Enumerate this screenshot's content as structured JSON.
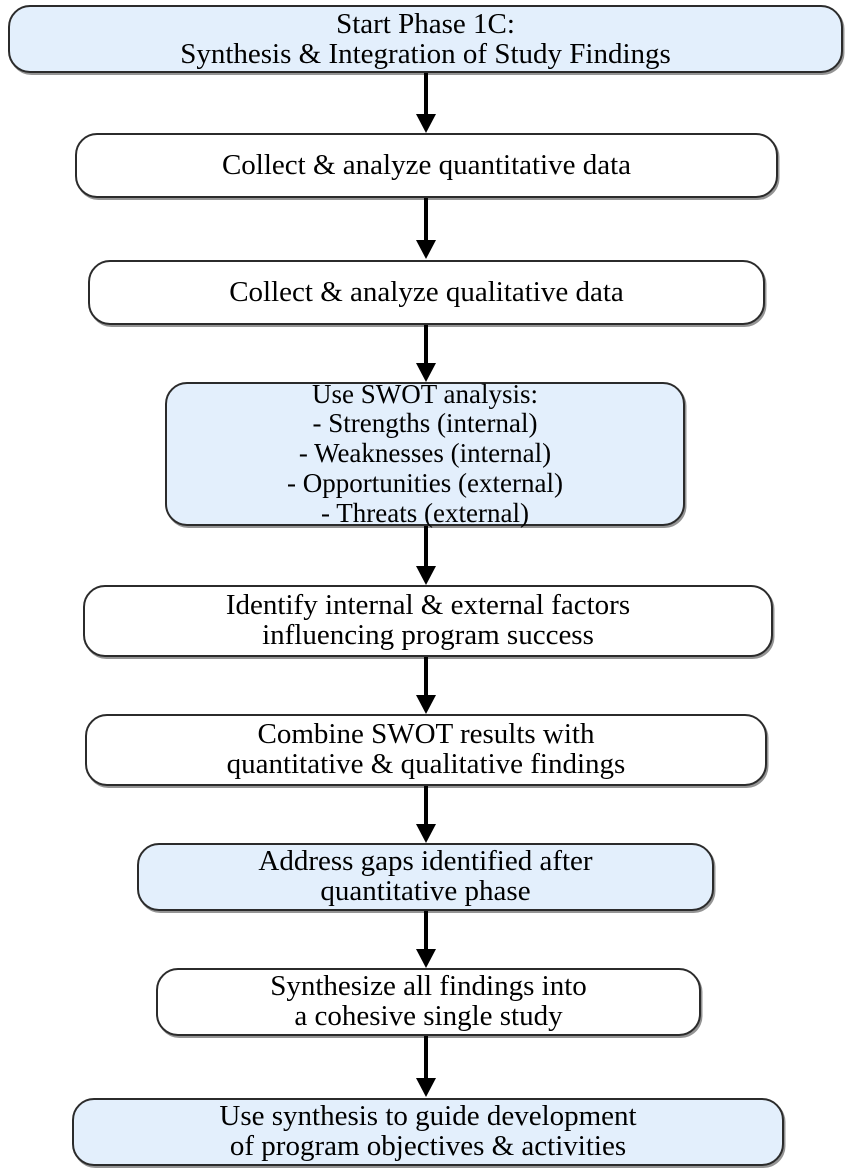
{
  "diagram": {
    "title": "Phase 1C Synthesis Flowchart",
    "orientation": "top-to-bottom",
    "colors": {
      "highlight_fill": "#e3effc",
      "plain_fill": "#ffffff",
      "border": "#2b2b2b",
      "edge": "#000000",
      "text": "#000000",
      "background": "#ffffff"
    },
    "nodes": [
      {
        "id": "start",
        "label": "Start Phase 1C:\nSynthesis & Integration of Study Findings",
        "style": "highlight",
        "shape": "rounded-rectangle"
      },
      {
        "id": "quant",
        "label": "Collect & analyze quantitative data",
        "style": "plain",
        "shape": "rounded-rectangle"
      },
      {
        "id": "qual",
        "label": "Collect & analyze qualitative data",
        "style": "plain",
        "shape": "rounded-rectangle"
      },
      {
        "id": "swot",
        "label": "Use SWOT analysis:\n- Strengths (internal)\n- Weaknesses (internal)\n- Opportunities (external)\n- Threats (external)",
        "style": "highlight",
        "shape": "rounded-rectangle"
      },
      {
        "id": "factors",
        "label": "Identify internal & external factors\ninfluencing program success",
        "style": "plain",
        "shape": "rounded-rectangle"
      },
      {
        "id": "combine",
        "label": "Combine SWOT results with\nquantitative & qualitative findings",
        "style": "plain",
        "shape": "rounded-rectangle"
      },
      {
        "id": "gaps",
        "label": "Address gaps identified after\nquantitative phase",
        "style": "highlight",
        "shape": "rounded-rectangle"
      },
      {
        "id": "synthesize",
        "label": "Synthesize all findings into\na cohesive single study",
        "style": "plain",
        "shape": "rounded-rectangle"
      },
      {
        "id": "objectives",
        "label": "Use synthesis to guide development\nof program objectives & activities",
        "style": "highlight",
        "shape": "rounded-rectangle"
      }
    ],
    "edges": [
      {
        "from": "start",
        "to": "quant",
        "arrow": "down-arrow"
      },
      {
        "from": "quant",
        "to": "qual",
        "arrow": "down-arrow"
      },
      {
        "from": "qual",
        "to": "swot",
        "arrow": "down-arrow"
      },
      {
        "from": "swot",
        "to": "factors",
        "arrow": "down-arrow"
      },
      {
        "from": "factors",
        "to": "combine",
        "arrow": "down-arrow"
      },
      {
        "from": "combine",
        "to": "gaps",
        "arrow": "down-arrow"
      },
      {
        "from": "gaps",
        "to": "synthesize",
        "arrow": "down-arrow"
      },
      {
        "from": "synthesize",
        "to": "objectives",
        "arrow": "down-arrow"
      }
    ]
  }
}
